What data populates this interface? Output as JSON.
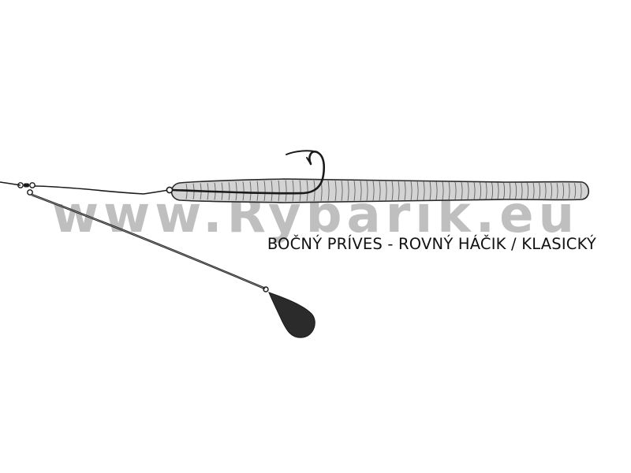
{
  "caption": "BOČNÝ PRÍVES - ROVNÝ HÁČIK / KLASICKÝ",
  "watermark": "www.Rybarik.eu",
  "colors": {
    "line": "#1a1a1a",
    "worm_fill": "#d3d3d3",
    "worm_stroke": "#2a2a2a",
    "sinker": "#2b2b2b",
    "watermark": "#b9b9b9"
  },
  "icons": {
    "hook": "hook-icon",
    "swivel": "swivel-icon",
    "sinker": "sinker-icon",
    "bait": "soft-worm-bait"
  }
}
